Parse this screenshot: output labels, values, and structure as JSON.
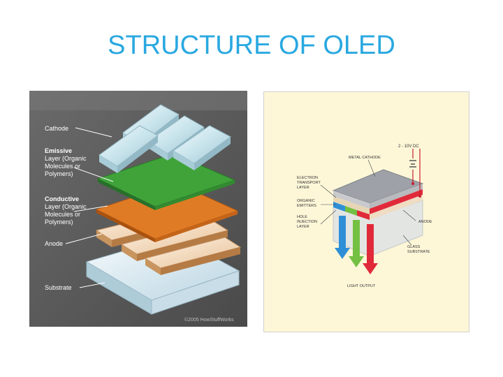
{
  "slide": {
    "title": "STRUCTURE OF OLED"
  },
  "left_diagram": {
    "labels": {
      "cathode": "Cathode",
      "emissive_line1": "Emissive",
      "emissive_line2": "Layer (Organic",
      "emissive_line3": "Molecules or",
      "emissive_line4": "Polymers)",
      "conductive_line1": "Conductive",
      "conductive_line2": "Layer (Organic",
      "conductive_line3": "Molecules or",
      "conductive_line4": "Polymers)",
      "anode": "Anode",
      "substrate": "Substrate"
    },
    "credit": "©2005 HowStuffWorks",
    "colors": {
      "background": "#5b5b5b",
      "emissive": "#3fa33a",
      "conductive": "#e07b25",
      "anode": "#f2dcc2",
      "cathode": "#cfe8ee"
    }
  },
  "right_diagram": {
    "labels": {
      "voltage": "2 - 10V DC",
      "metal_cathode": "METAL CATHODE",
      "electron_transport_1": "ELECTRON",
      "electron_transport_2": "TRANSPORT",
      "electron_transport_3": "LAYER",
      "organic_1": "ORGANIC",
      "organic_2": "EMITTERS",
      "hole_1": "HOLE",
      "hole_2": "INJECTION",
      "hole_3": "LAYER",
      "anode": "ANODE",
      "glass_1": "GLASS",
      "glass_2": "SUBSTRATE",
      "light_output": "LIGHT OUTPUT"
    },
    "colors": {
      "background": "#fdf7d8",
      "blue": "#2f8fd6",
      "green": "#74c043",
      "red": "#e02a3a"
    }
  }
}
